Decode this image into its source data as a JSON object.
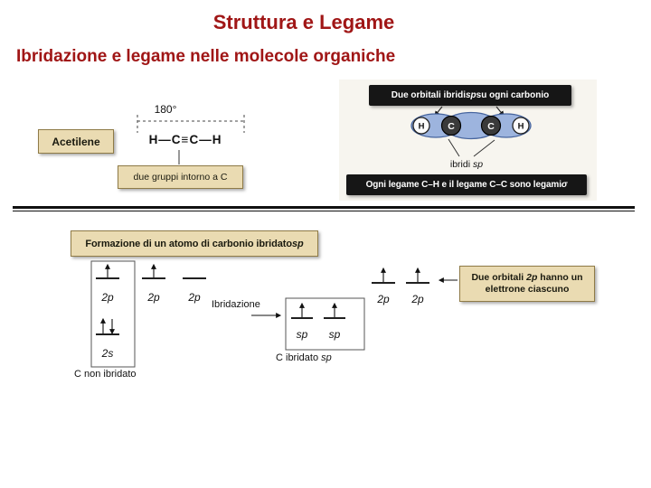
{
  "slide": {
    "title": "Struttura e Legame",
    "subtitle": "Ibridazione e legame nelle molecole organiche"
  },
  "colors": {
    "title_red": "#A01616",
    "label_box_tan": "#EADBB2",
    "label_box_dark": "#161616",
    "orbital_blue": "#9DB4DE"
  },
  "acetylene": {
    "label": "Acetilene",
    "angle": "180°",
    "formula": "H—C≡C—H",
    "caption": "due gruppi intorno a C"
  },
  "sp_orbitals": {
    "header_pre": "Due orbitali ibridi ",
    "header_em": "sp",
    "header_post": " su ogni carbonio",
    "atom_h_left": "H",
    "atom_c_left": "C",
    "atom_c_right": "C",
    "atom_h_right": "H",
    "pointer_pre": "ibridi",
    "pointer_em": "sp",
    "footer_pre": "Ogni legame C–H e il legame C–C sono legami ",
    "footer_em": "σ"
  },
  "hybridization": {
    "title_pre": "Formazione di un atomo di carbonio ibridato ",
    "title_em": "sp",
    "unhybridized": {
      "p1": "2p",
      "p2": "2p",
      "p3": "2p",
      "s": "2s",
      "caption": "C non ibridato"
    },
    "process_label": "Ibridazione",
    "hybridized": {
      "sp1": "sp",
      "sp2": "sp",
      "p1": "2p",
      "p2": "2p",
      "caption_pre": "C ibridato",
      "caption_em": "sp"
    },
    "note_pre": "Due orbitali ",
    "note_em": "2p",
    "note_post": " hanno un elettrone ciascuno"
  }
}
